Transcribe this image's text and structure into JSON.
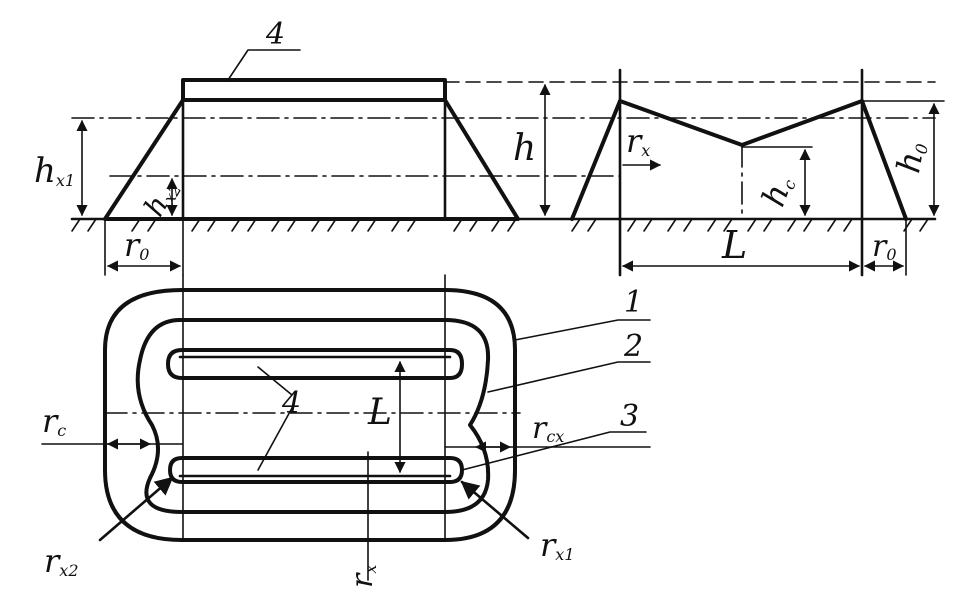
{
  "labels": {
    "four_top": "4",
    "four_mid": "4",
    "one": "1",
    "two": "2",
    "three": "3",
    "h": "h",
    "h_x1_base": "h",
    "h_x1_sub": "x1",
    "h_x2_base": "h",
    "h_x2_sub": "x2",
    "r0_left_base": "r",
    "r0_left_sub": "0",
    "rx_top_base": "r",
    "rx_top_sub": "x",
    "hc_base": "h",
    "hc_sub": "c",
    "h0_base": "h",
    "h0_sub": "0",
    "L_top": "L",
    "r0_right_base": "r",
    "r0_right_sub": "0",
    "L_bottom": "L",
    "rc_base": "r",
    "rc_sub": "c",
    "rcx_base": "r",
    "rcx_sub": "cx",
    "rx2_base": "r",
    "rx2_sub": "x2",
    "rx1_base": "r",
    "rx1_sub": "x1",
    "rx_bottom_base": "r",
    "rx_bottom_sub": "x"
  }
}
